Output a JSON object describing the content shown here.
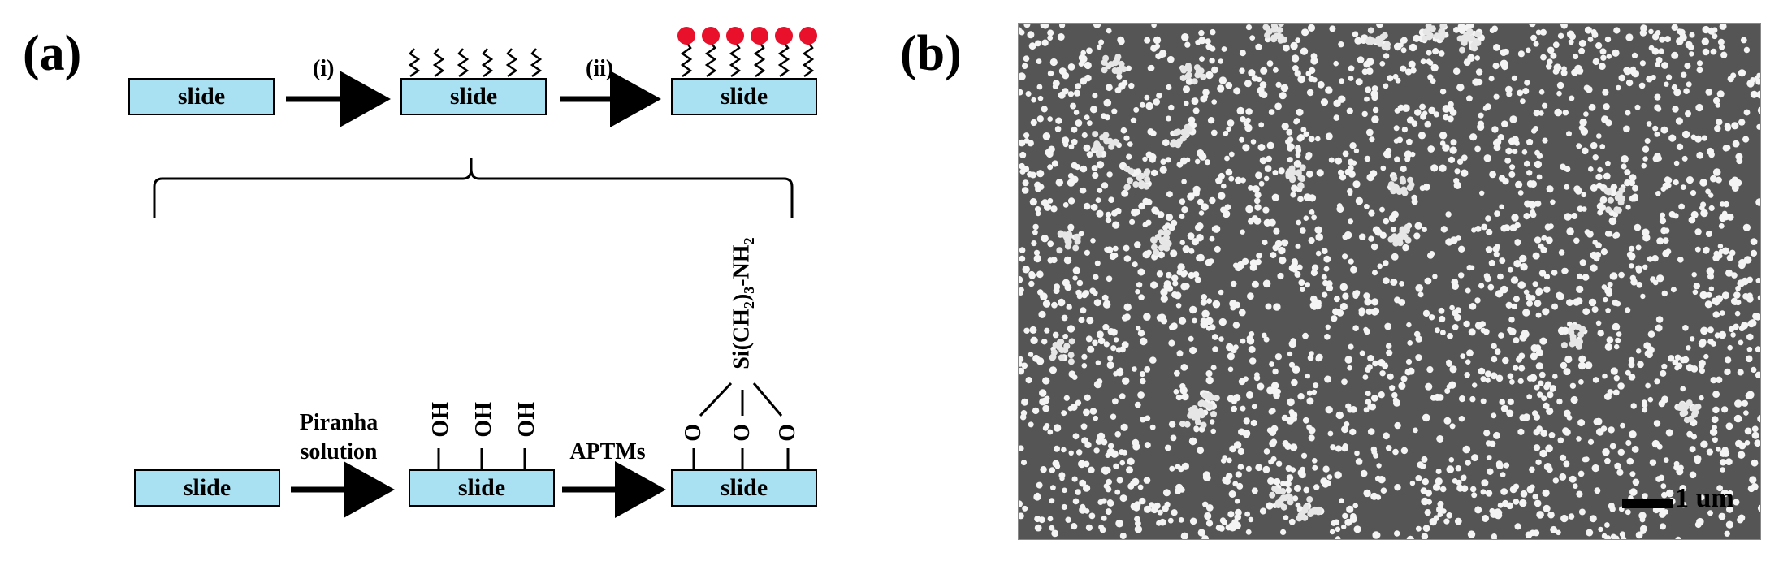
{
  "panel_a": {
    "label": "(a)",
    "slide_label": "slide",
    "step_i": "(i)",
    "step_ii": "(ii)",
    "piranha_line1": "Piranha",
    "piranha_line2": "solution",
    "aptms": "APTMs",
    "oh_group": "OH",
    "o_group": "O",
    "silane_text": "Si(CH",
    "silane_sub2": "2",
    "silane_paren": ")",
    "silane_sub3": "3",
    "silane_nh": "-NH",
    "silane_sub_nh": "2",
    "colors": {
      "slide_fill": "#a9e1f2",
      "particle": "#e8102a"
    }
  },
  "panel_b": {
    "label": "(b)",
    "scale_label": "1 um",
    "colors": {
      "background": "#555555",
      "particle": "#f4f4f4"
    }
  }
}
